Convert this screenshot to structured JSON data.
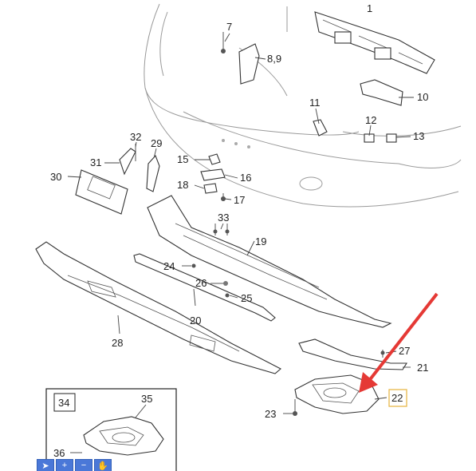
{
  "callouts": {
    "c1": "1",
    "c7": "7",
    "c89": "8,9",
    "c10": "10",
    "c11": "11",
    "c12": "12",
    "c13": "13",
    "c15": "15",
    "c16": "16",
    "c17": "17",
    "c18": "18",
    "c19": "19",
    "c20": "20",
    "c21": "21",
    "c22": "22",
    "c23": "23",
    "c24": "24",
    "c25": "25",
    "c26": "26",
    "c27": "27",
    "c28": "28",
    "c29": "29",
    "c30": "30",
    "c31": "31",
    "c32": "32",
    "c33": "33",
    "c34": "34",
    "c35": "35",
    "c36": "36"
  },
  "colors": {
    "highlight_box": "#e8b84a",
    "arrow": "#e53935",
    "toolbar": "#4a78d8"
  },
  "toolbar": {
    "icons": [
      "pointer-icon",
      "plus-icon",
      "minus-icon",
      "hand-icon"
    ]
  }
}
